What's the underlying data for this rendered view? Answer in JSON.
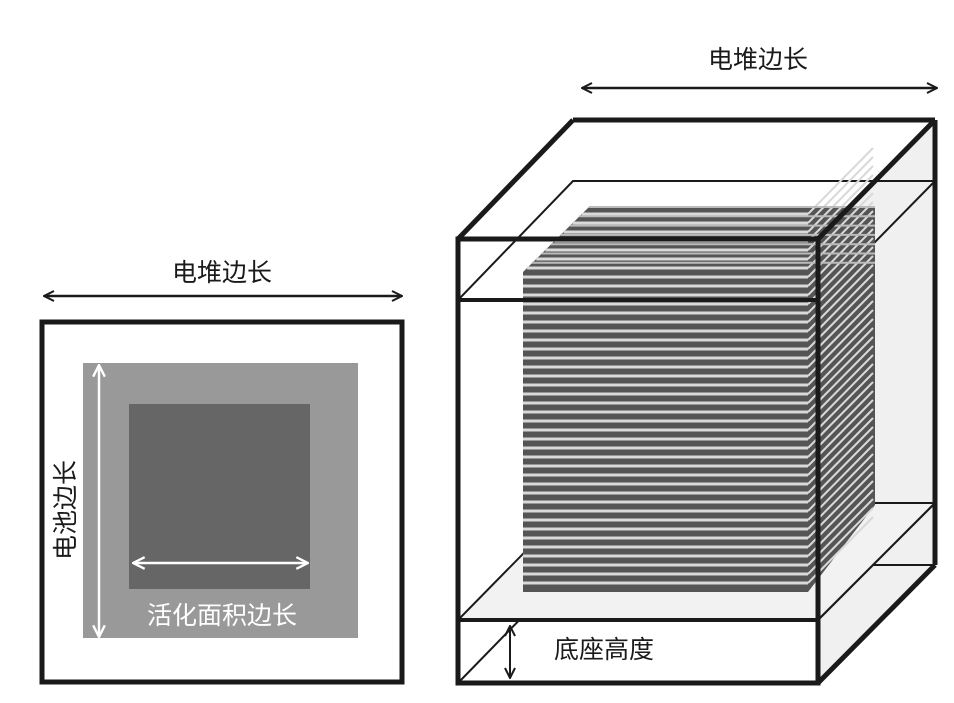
{
  "colors": {
    "outline": "#1a1a1a",
    "cell_fill": "#999999",
    "active_fill": "#666666",
    "stack_fill": "#555555",
    "stack_line": "#d9d9d9",
    "side_shade": "#f0f0f0",
    "inner_arrow": "#ffffff"
  },
  "icons": {
    "dimension_arrow": "double-headed-arrow",
    "height_arrow": "vertical-double-headed-arrow"
  },
  "top_view": {
    "stack_side_label": "电堆边长",
    "cell_side_label": "电池边长",
    "active_area_side_label": "活化面积边长"
  },
  "stack_3d": {
    "stack_side_label": "电堆边长",
    "base_height_label": "底座高度"
  }
}
